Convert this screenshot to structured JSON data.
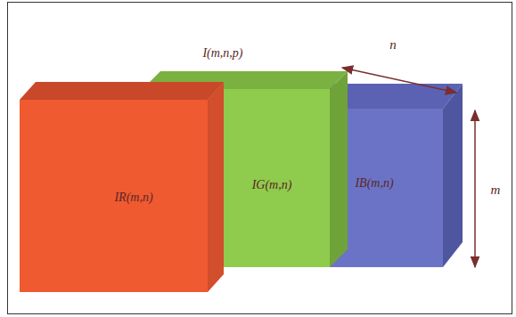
{
  "diagram": {
    "nodes": [
      {
        "text": [
          "IR(m,n)"
        ]
      },
      {
        "text": [
          "IG(m,n)"
        ]
      },
      {
        "text": [
          "IB(m,n)"
        ]
      }
    ],
    "labels": [
      "I(m,n,p)",
      "n",
      "m"
    ]
  }
}
